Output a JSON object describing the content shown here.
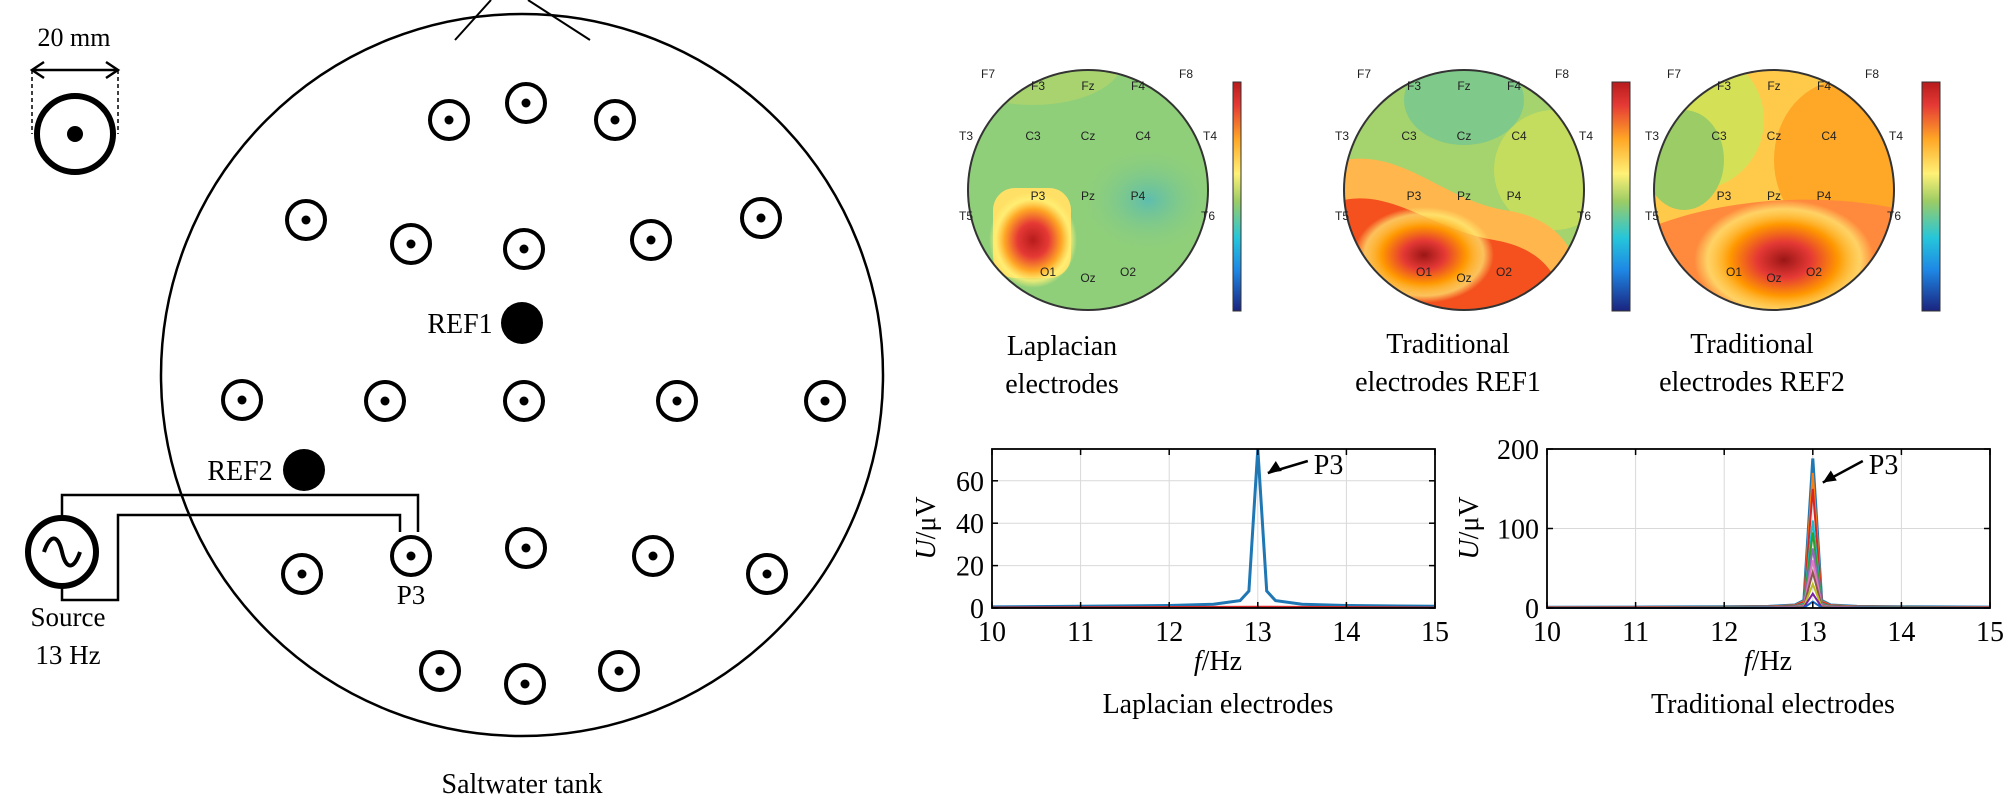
{
  "left_panel": {
    "scale_label": "20 mm",
    "ref1_label": "REF1",
    "ref2_label": "REF2",
    "p3_label": "P3",
    "source_label": "Source",
    "source_freq": "13 Hz",
    "tank_caption": "Saltwater tank"
  },
  "topomaps": {
    "electrodes": [
      "F7",
      "F3",
      "Fz",
      "F4",
      "F8",
      "T3",
      "C3",
      "Cz",
      "C4",
      "T4",
      "T5",
      "P3",
      "Pz",
      "P4",
      "T6",
      "O1",
      "Oz",
      "O2"
    ],
    "captions": [
      {
        "line1": "Laplacian",
        "line2": "electrodes"
      },
      {
        "line1": "Traditional",
        "line2": "electrodes REF1"
      },
      {
        "line1": "Traditional",
        "line2": "electrodes REF2"
      }
    ],
    "colorbar": [
      "#1a237e",
      "#1e88e5",
      "#26c6da",
      "#9ccc65",
      "#fff176",
      "#ffa726",
      "#e53935",
      "#b71c1c"
    ]
  },
  "chart_data": [
    {
      "type": "line",
      "title": "Laplacian electrodes",
      "xlabel_italic": "f",
      "xlabel_unit": "/Hz",
      "ylabel_italic": "U",
      "ylabel_unit": "/μV",
      "xlim": [
        10,
        15
      ],
      "ylim": [
        0,
        75
      ],
      "xticks": [
        10,
        11,
        12,
        13,
        14,
        15
      ],
      "yticks": [
        0,
        20,
        40,
        60
      ],
      "annotation": "P3",
      "annotation_point": [
        13,
        75
      ],
      "series": [
        {
          "color": "#1f77b4",
          "x": [
            10,
            11,
            12,
            12.5,
            12.8,
            12.9,
            13,
            13.1,
            13.2,
            13.5,
            14,
            15
          ],
          "values": [
            0.5,
            0.8,
            1.2,
            1.8,
            3.5,
            8,
            75,
            8,
            3.5,
            1.8,
            1.2,
            0.8
          ]
        },
        {
          "color": "#d62728",
          "x": [
            10,
            13,
            15
          ],
          "values": [
            0.2,
            0.6,
            0.2
          ]
        }
      ]
    },
    {
      "type": "line",
      "title": "Traditional electrodes",
      "xlabel_italic": "f",
      "xlabel_unit": "/Hz",
      "ylabel_italic": "U",
      "ylabel_unit": "/μV",
      "xlim": [
        10,
        15
      ],
      "ylim": [
        0,
        200
      ],
      "xticks": [
        10,
        11,
        12,
        13,
        14,
        15
      ],
      "yticks": [
        0,
        100,
        200
      ],
      "annotation": "P3",
      "annotation_point": [
        13,
        188
      ],
      "series": [
        {
          "color": "#1f77b4",
          "peak": 188
        },
        {
          "color": "#ff7f0e",
          "peak": 170
        },
        {
          "color": "#d62728",
          "peak": 150
        },
        {
          "color": "#17becf",
          "peak": 110
        },
        {
          "color": "#2ca02c",
          "peak": 95
        },
        {
          "color": "#9467bd",
          "peak": 75
        },
        {
          "color": "#e377c2",
          "peak": 60
        },
        {
          "color": "#8c564b",
          "peak": 45
        },
        {
          "color": "#bcbd22",
          "peak": 30
        },
        {
          "color": "#7b1fa2",
          "peak": 18
        },
        {
          "color": "#1565c0",
          "peak": 8
        }
      ]
    }
  ]
}
